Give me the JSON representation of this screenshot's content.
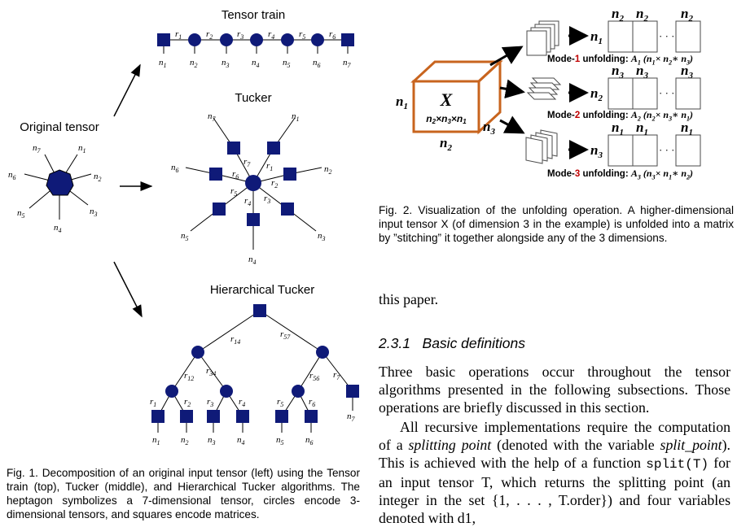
{
  "fig1": {
    "title_tt": "Tensor train",
    "title_tucker": "Tucker",
    "title_ht": "Hierarchical Tucker",
    "label_original": "Original tensor",
    "caption": "Fig. 1. Decomposition of an original input tensor (left) using the Tensor train (top), Tucker (middle), and Hierarchical Tucker algorithms. The heptagon symbolizes a 7-dimensional tensor, circles encode 3-dimensional tensors, and squares encode matrices.",
    "mode_labels": [
      "n1",
      "n2",
      "n3",
      "n4",
      "n5",
      "n6",
      "n7"
    ],
    "tt_ranks": [
      "r1",
      "r2",
      "r3",
      "r4",
      "r5",
      "r6"
    ],
    "tucker_ranks": [
      "r7",
      "r1",
      "r6",
      "r2",
      "r5",
      "r3",
      "r4"
    ],
    "ht_ranks": [
      "r14",
      "r57",
      "r12",
      "r34",
      "r56",
      "r7",
      "r1",
      "r2",
      "r3",
      "r4",
      "r5",
      "r6"
    ],
    "node_color": "#0f1a78"
  },
  "fig2": {
    "tensor_label": "X",
    "dims_label": "n2×n3×n1",
    "side_labels": [
      "n1",
      "n2",
      "n3"
    ],
    "modes": [
      {
        "prefix": "Mode-",
        "number": "1",
        "suffix": " unfolding:",
        "matrix": "A1",
        "dims": "(n1× n2∗ n3)",
        "row": "n1",
        "cols": [
          "n2",
          "n2",
          "n2"
        ]
      },
      {
        "prefix": "Mode-",
        "number": "2",
        "suffix": " unfolding:",
        "matrix": "A2",
        "dims": "(n2× n3∗ n1)",
        "row": "n2",
        "cols": [
          "n3",
          "n3",
          "n3"
        ]
      },
      {
        "prefix": "Mode-",
        "number": "3",
        "suffix": " unfolding:",
        "matrix": "A3",
        "dims": "(n3× n1∗ n2)",
        "row": "n3",
        "cols": [
          "n1",
          "n1",
          "n1"
        ]
      }
    ],
    "ellipsis": "· · ·",
    "caption": "Fig. 2. Visualization of the unfolding operation. A higher-dimensional input tensor X (of dimension 3 in the example) is unfolded into a matrix by ”stitching” it together alongside any of the 3 dimensions.",
    "cube_color": "#c8641e",
    "accent_red": "#c00000"
  },
  "text": {
    "para_end": "this paper.",
    "section_number": "2.3.1",
    "section_title": "Basic definitions",
    "para1": "Three basic operations occur throughout the tensor algorithms presented in the following subsections. Those operations are briefly discussed in this section.",
    "para2_a": "All recursive implementations require the computation of a ",
    "para2_em1": "splitting point",
    "para2_b": " (denoted with the variable ",
    "para2_em2": "split_point",
    "para2_c": "). This is achieved with the help of a function ",
    "para2_code": "split(T)",
    "para2_d": " for an input tensor T, which returns the splitting point (an integer in the set {1, . . . , T.order}) and four variables denoted with d1,"
  }
}
